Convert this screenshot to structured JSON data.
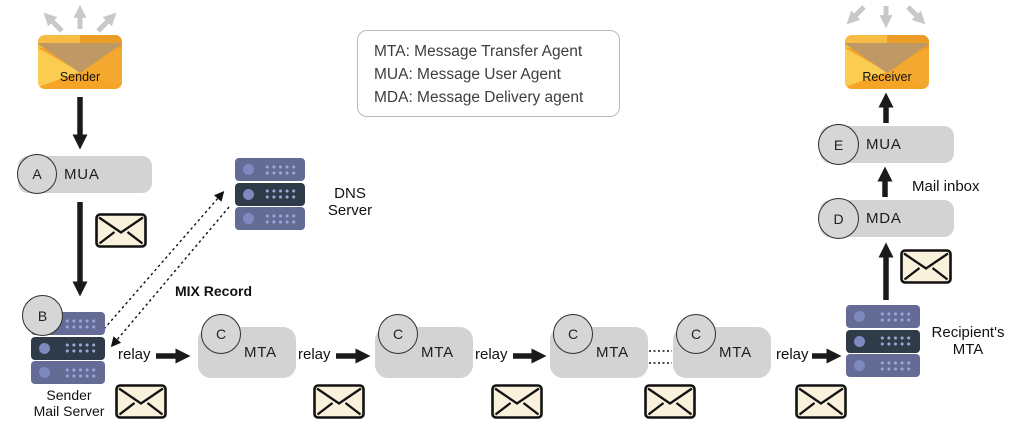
{
  "legend": {
    "lines": {
      "mta": "MTA: Message Transfer Agent",
      "mua": "MUA: Message User Agent",
      "mda": "MDA: Message Delivery agent"
    }
  },
  "endpoints": {
    "sender": "Sender",
    "receiver": "Receiver"
  },
  "agents": {
    "mua_sender": {
      "badge": "A",
      "label": "MUA"
    },
    "mail_server": {
      "badge": "B",
      "line1": "Sender",
      "line2": "Mail Server"
    },
    "dns": {
      "line1": "DNS",
      "line2": "Server"
    },
    "mta1": {
      "badge": "C",
      "label": "MTA"
    },
    "mta2": {
      "badge": "C",
      "label": "MTA"
    },
    "mta3": {
      "badge": "C",
      "label": "MTA"
    },
    "mta4": {
      "badge": "C",
      "label": "MTA"
    },
    "recipient_mta": {
      "line1": "Recipient's",
      "line2": "MTA"
    },
    "mda": {
      "badge": "D",
      "label": "MDA"
    },
    "mua_receiver": {
      "badge": "E",
      "label": "MUA"
    }
  },
  "annotations": {
    "mix_record": "MIX Record",
    "mail_inbox": "Mail inbox",
    "relay": "relay"
  },
  "colors": {
    "envelope_orange": "#F5A426",
    "envelope_flap_tan": "#BE9965",
    "envelope_cream": "#FAF1DC",
    "server_slab": "#646C95",
    "server_slab_dark": "#2F3B48",
    "pill_gray": "#D3D3D3",
    "arrow_black": "#1A1A1A",
    "arrow_gray": "#C8C8C8"
  }
}
